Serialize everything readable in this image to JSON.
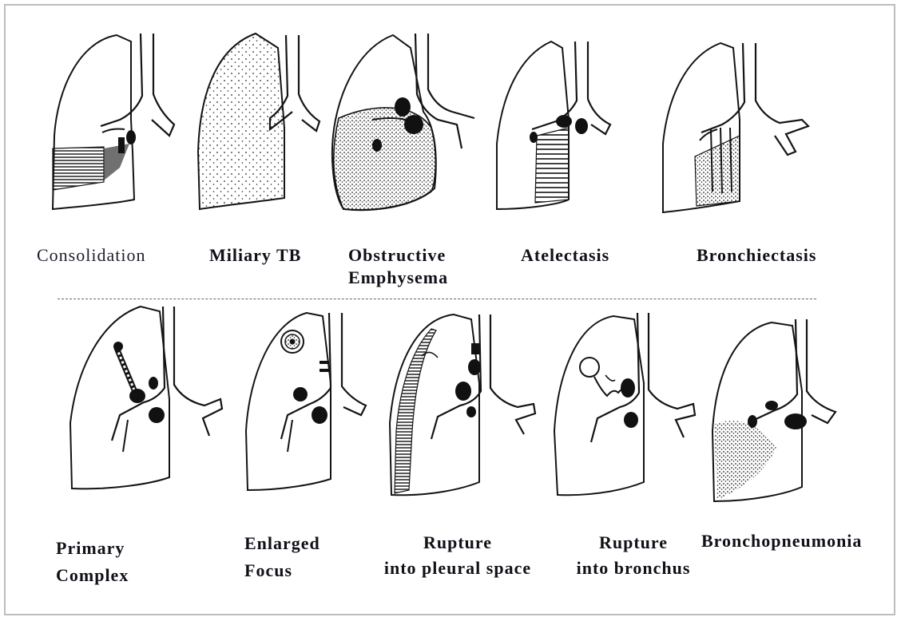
{
  "top_row": [
    {
      "id": "consolidation",
      "lines": [
        "Consolidation"
      ]
    },
    {
      "id": "miliary-tb",
      "lines": [
        "Miliary TB"
      ]
    },
    {
      "id": "obstructive-emphysema",
      "lines": [
        "Obstructive",
        "Emphysema"
      ]
    },
    {
      "id": "atelectasis",
      "lines": [
        "Atelectasis"
      ]
    },
    {
      "id": "bronchiectasis",
      "lines": [
        "Bronchiectasis"
      ]
    }
  ],
  "bottom_row": [
    {
      "id": "primary-complex",
      "lines": [
        "Primary",
        "Complex"
      ]
    },
    {
      "id": "enlarged-focus",
      "lines": [
        "Enlarged",
        "Focus"
      ]
    },
    {
      "id": "rupture-pleural",
      "lines": [
        "Rupture",
        "into pleural space"
      ]
    },
    {
      "id": "rupture-bronchus",
      "lines": [
        "Rupture",
        "into bronchus"
      ]
    },
    {
      "id": "bronchopneumonia",
      "lines": [
        "Bronchopneumonia"
      ]
    }
  ],
  "colors": {
    "ink": "#141414",
    "frame": "#bdbdbd",
    "divider": "#5a6a78"
  }
}
